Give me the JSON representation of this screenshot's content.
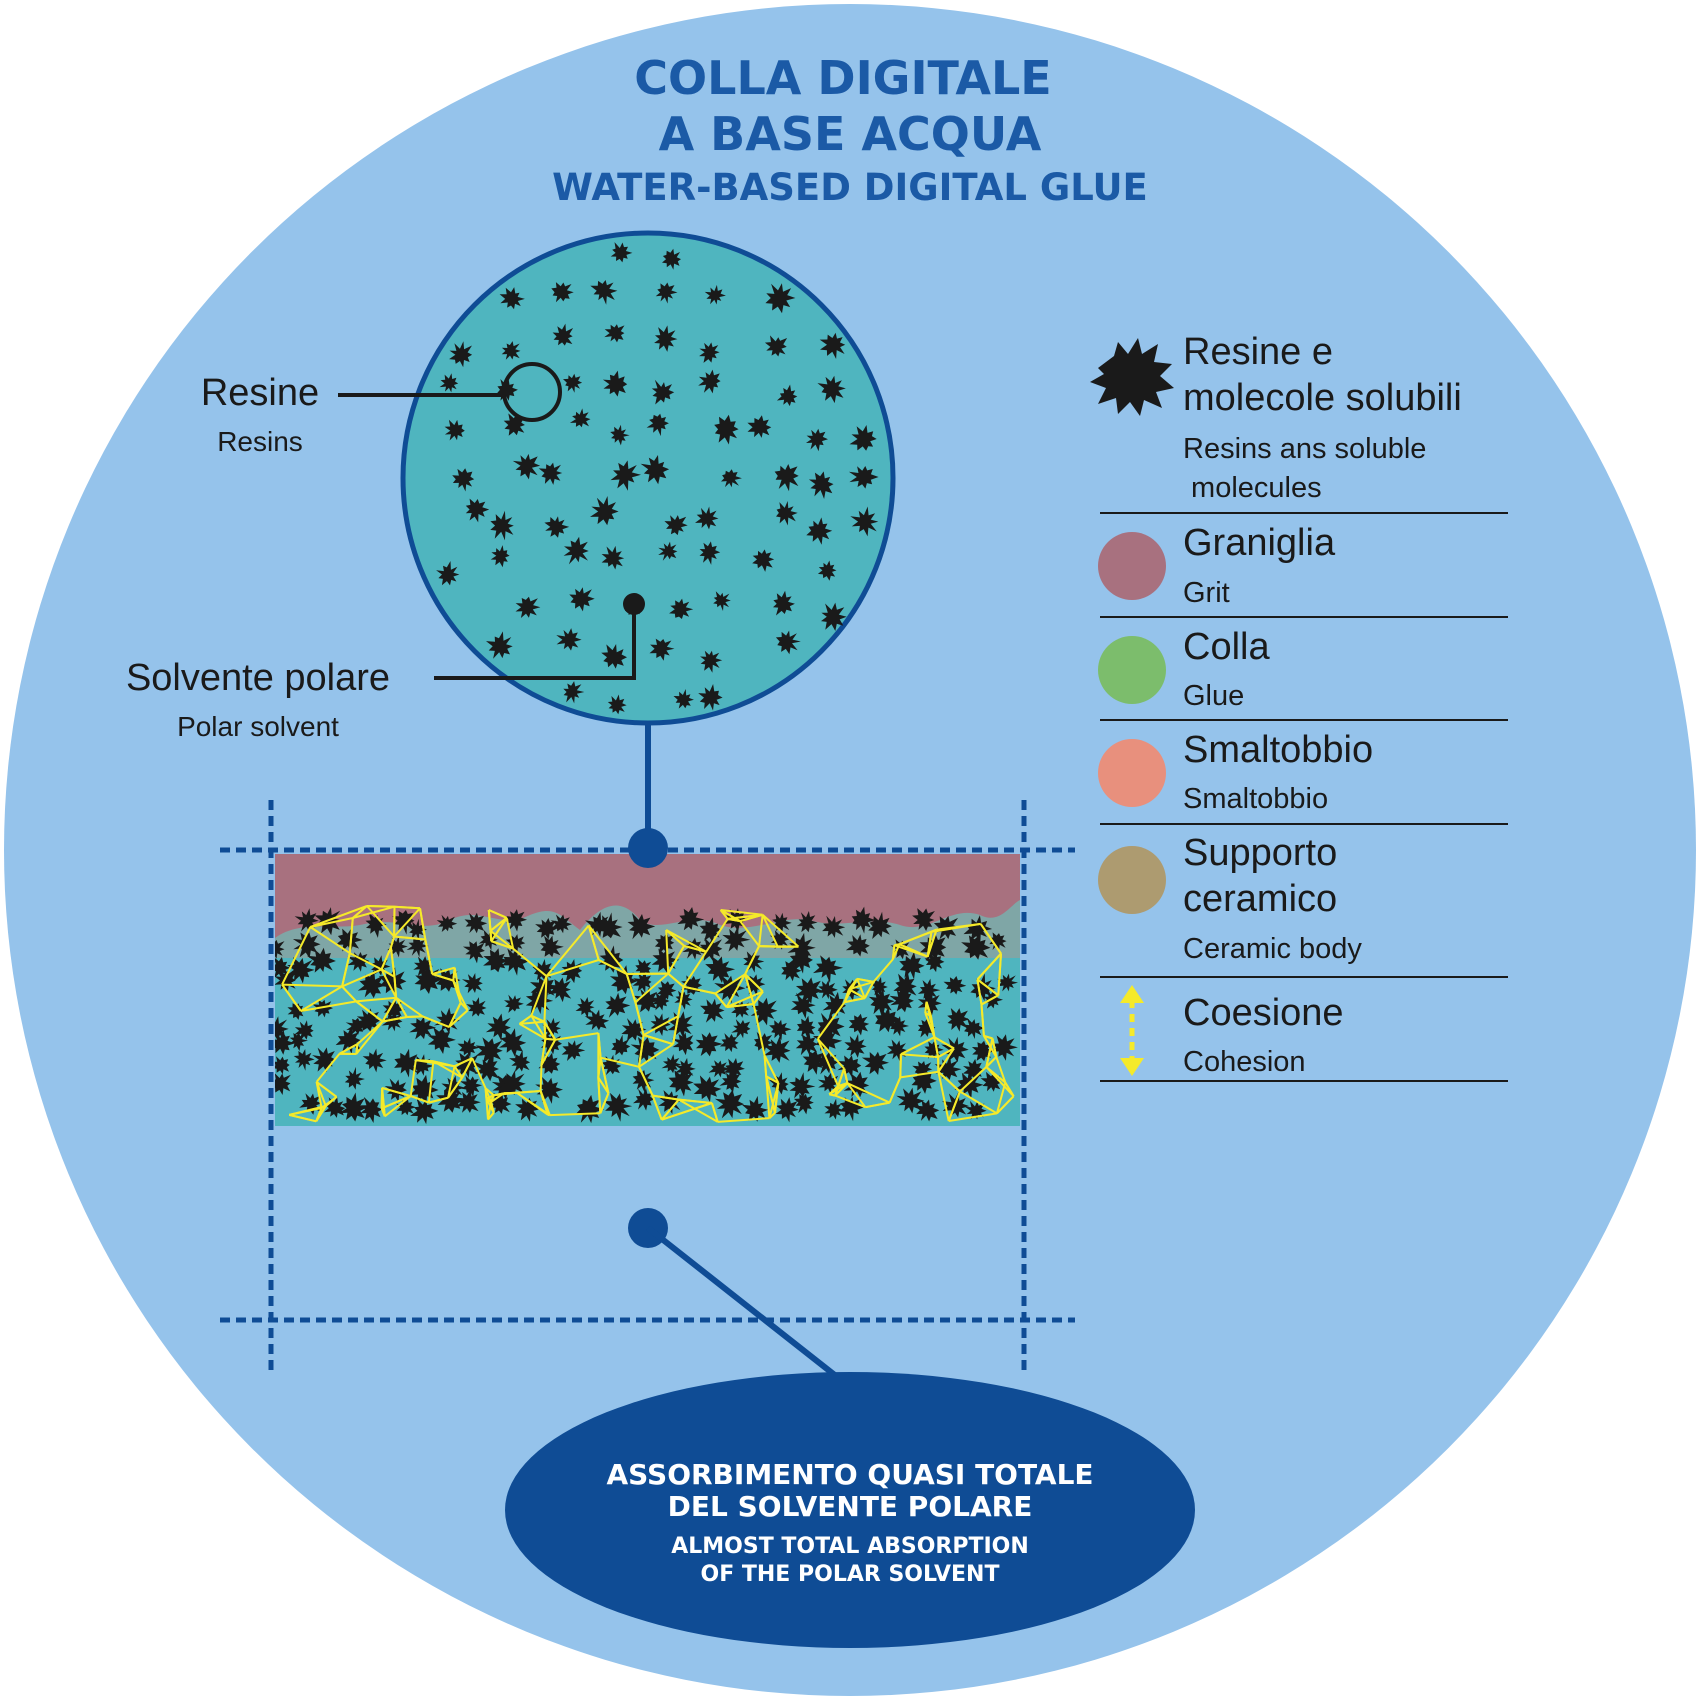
{
  "title": {
    "line1": "COLLA DIGITALE",
    "line2": "A BASE ACQUA",
    "line3": "WATER-BASED DIGITAL GLUE"
  },
  "callouts": {
    "resine_it": "Resine",
    "resine_en": "Resins",
    "solvente_it": "Solvente polare",
    "solvente_en": "Polar solvent"
  },
  "legend": [
    {
      "label_it_1": "Resine e",
      "label_it_2": "molecole solubili",
      "label_en_1": "Resins ans soluble",
      "label_en_2": " molecules",
      "swatch": "resin-blob-icon",
      "color": "#1a1a1a"
    },
    {
      "label_it_1": "Graniglia",
      "label_en_1": "Grit",
      "swatch": "circle",
      "color": "#a8717f"
    },
    {
      "label_it_1": "Colla",
      "label_en_1": "Glue",
      "swatch": "circle",
      "color": "#7cbd6c"
    },
    {
      "label_it_1": "Smaltobbio",
      "label_en_1": "Smaltobbio",
      "swatch": "circle",
      "color": "#e8907d"
    },
    {
      "label_it_1": "Supporto",
      "label_it_2": "ceramico",
      "label_en_1": "Ceramic body",
      "swatch": "circle",
      "color": "#ad9b70"
    },
    {
      "label_it_1": "Coesione",
      "label_en_1": "Cohesion",
      "swatch": "cohesion-arrow-icon",
      "color": "#f5ea2a"
    }
  ],
  "oval": {
    "it_1": "ASSORBIMENTO QUASI TOTALE",
    "it_2": "DEL SOLVENTE POLARE",
    "en_1": "ALMOST TOTAL ABSORPTION",
    "en_2": "OF THE POLAR SOLVENT"
  },
  "colors": {
    "background": "#95c3eb",
    "dark_blue": "#0f4c95",
    "title_blue": "#1b5aa6",
    "solvent_teal": "#4fb5bf",
    "resin_black": "#1a1a1a",
    "grit": "#a8717f",
    "glue": "#7cbd6c",
    "engobe": "#e8907d",
    "ceramic_body": "#ad9b70",
    "absorbed_solvent": "#78b4a8",
    "cohesion_yellow": "#f5ea2a"
  }
}
